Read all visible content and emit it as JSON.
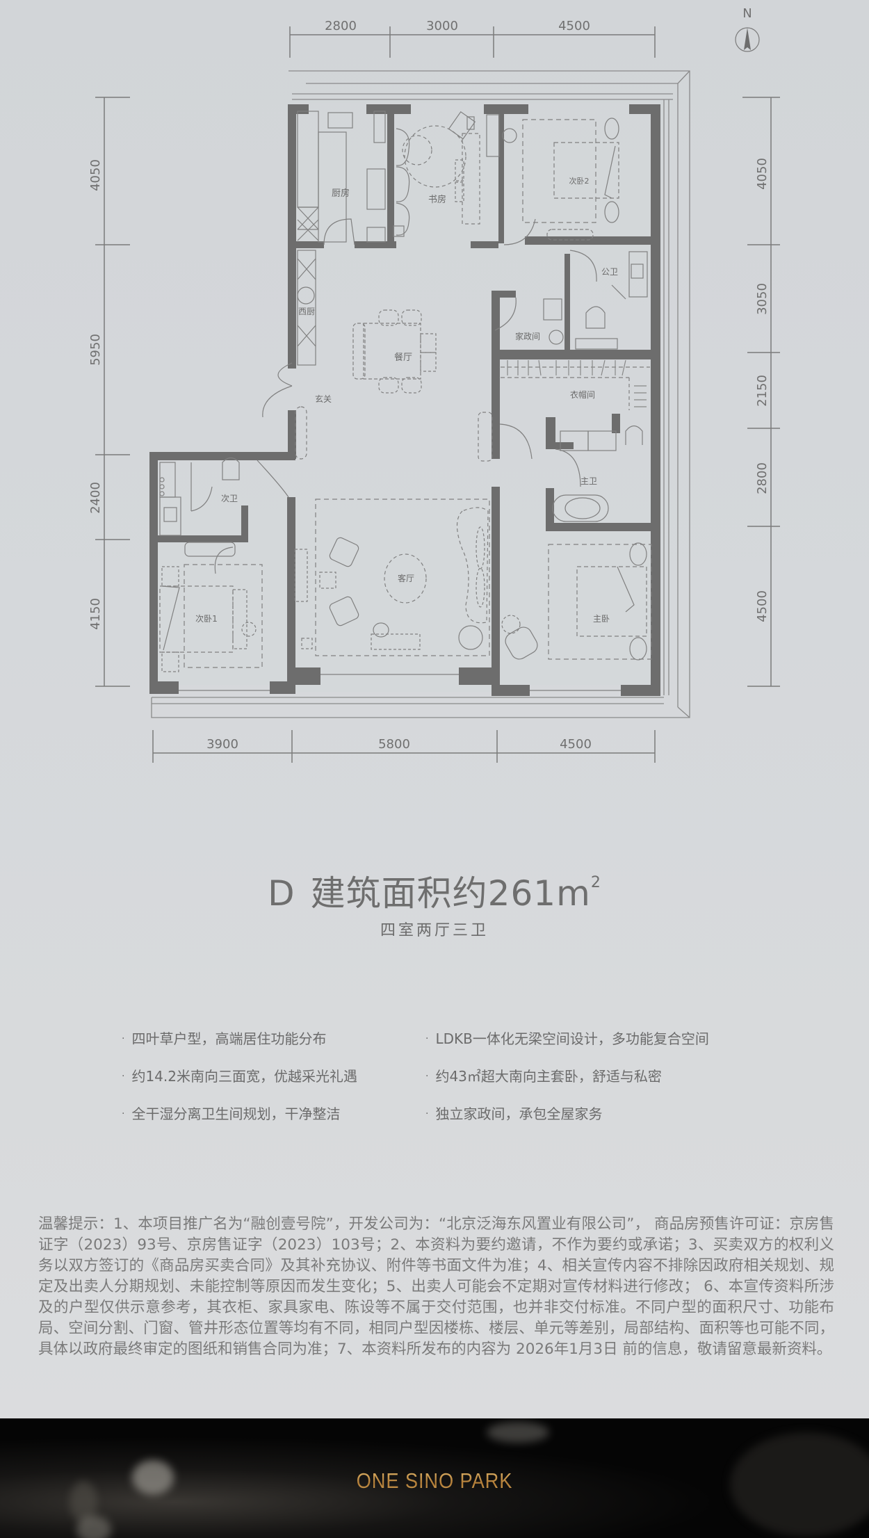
{
  "north_label": "N",
  "dimensions": {
    "top": [
      "2800",
      "3000",
      "4500"
    ],
    "bottom": [
      "3900",
      "5800",
      "4500"
    ],
    "left": [
      "4050",
      "5950",
      "2400",
      "4150"
    ],
    "right": [
      "4050",
      "3050",
      "2150",
      "2800",
      "4500"
    ]
  },
  "rooms": {
    "kitchen": "厨房",
    "study": "书房",
    "bedroom2": "次卧2",
    "western_kitchen": "西厨",
    "dining": "餐厅",
    "foyer": "玄关",
    "public_bath": "公卫",
    "housekeeping": "家政间",
    "cloakroom": "衣帽间",
    "second_bath": "次卫",
    "master_bath": "主卫",
    "bedroom1": "次卧1",
    "living": "客厅",
    "master_bedroom": "主卧"
  },
  "heading": {
    "unit": "D",
    "area_text": "建筑面积约261",
    "area_unit": "m",
    "area_sup": "2"
  },
  "subtitle": "四室两厅三卫",
  "features": [
    "四叶草户型，高端居住功能分布",
    "LDKB一体化无梁空间设计，多功能复合空间",
    "约14.2米南向三面宽，优越采光礼遇",
    "约43㎡超大南向主套卧，舒适与私密",
    "全干湿分离卫生间规划，干净整洁",
    "独立家政间，承包全屋家务"
  ],
  "notice": "温馨提示：1、本项目推广名为“融创壹号院”，开发公司为：“北京泛海东风置业有限公司”， 商品房预售许可证：京房售证字（2023）93号、京房售证字（2023）103号；2、本资料为要约邀请，不作为要约或承诺；3、买卖双方的权利义务以双方签订的《商品房买卖合同》及其补充协议、附件等书面文件为准；4、相关宣传内容不排除因政府相关规划、规定及出卖人分期规划、未能控制等原因而发生变化；5、出卖人可能会不定期对宣传材料进行修改； 6、本宣传资料所涉及的户型仅供示意参考，其衣柜、家具家电、陈设等不属于交付范围，也并非交付标准。不同户型的面积尺寸、功能布局、空间分割、门窗、管井形态位置等均有不同，相同户型因楼栋、楼层、单元等差别，局部结构、面积等也可能不同，具体以政府最终审定的图纸和销售合同为准；7、本资料所发布的内容为 2026年1月3日 前的信息，敬请留意最新资料。",
  "footer": {
    "brand": "ONE SINO PARK"
  },
  "colors": {
    "wall": "#6d6d6d",
    "line": "#7a7a7a",
    "brand_gold": "#c8974f",
    "footer_bg": "#050505"
  }
}
